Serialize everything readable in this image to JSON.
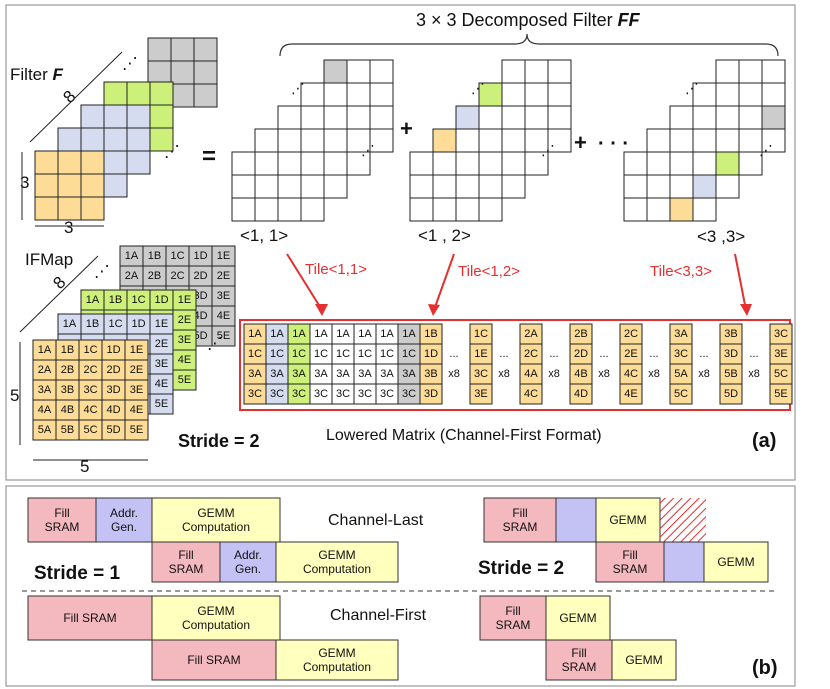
{
  "colors": {
    "orange": "#fcdc96",
    "blue": "#d5dcf0",
    "green": "#cdf07a",
    "gray": "#cccccc",
    "red": "#e62f2f",
    "pink": "#f4b8bf",
    "lavender": "#c4c2f4",
    "yellow": "#ffffbe"
  },
  "panel_a": {
    "header": "3 × 3 Decomposed Filter ",
    "header_var": "FF",
    "filter_label": "Filter ",
    "filter_var": "F",
    "filter_depth": "8",
    "filter_dim": "3",
    "equals": "=",
    "plus": "+",
    "plus2": "+",
    "ellipsis": "· · ·",
    "dots": "⋰",
    "tile_labels": [
      "<1, 1>",
      "<1 , 2>",
      "<3 ,3>"
    ],
    "tile_arrows": [
      "Tile<1,1>",
      "Tile<1,2>",
      "Tile<3,3>"
    ],
    "ifmap_label": "IFMap",
    "ifmap_depth": "8",
    "ifmap_dim": "5",
    "stride": "Stride = 2",
    "lowered_caption": "Lowered Matrix (Channel-First Format)",
    "tag": "(a)",
    "ifmap_cells": [
      [
        "1A",
        "1B",
        "1C",
        "1D",
        "1E"
      ],
      [
        "2A",
        "2B",
        "2C",
        "2D",
        "2E"
      ],
      [
        "3A",
        "3B",
        "3C",
        "3D",
        "3E"
      ],
      [
        "4A",
        "4B",
        "4C",
        "4D",
        "4E"
      ],
      [
        "5A",
        "5B",
        "5C",
        "5D",
        "5E"
      ]
    ],
    "first_block": [
      [
        "1A",
        "1A",
        "1A",
        "1A",
        "1A",
        "1A",
        "1A",
        "1A"
      ],
      [
        "1C",
        "1C",
        "1C",
        "1C",
        "1C",
        "1C",
        "1C",
        "1C"
      ],
      [
        "3A",
        "3A",
        "3A",
        "3A",
        "3A",
        "3A",
        "3A",
        "3A"
      ],
      [
        "3C",
        "3C",
        "3C",
        "3C",
        "3C",
        "3C",
        "3C",
        "3C"
      ]
    ],
    "first_block_tail": [
      "1B",
      "1D",
      "3B",
      "3D"
    ],
    "more": "...",
    "times8": "x8",
    "col_groups": [
      [
        "1C",
        "1E",
        "3C",
        "3E"
      ],
      [
        "2A",
        "2C",
        "4A",
        "4C"
      ],
      [
        "2B",
        "2D",
        "4B",
        "4D"
      ],
      [
        "2C",
        "2E",
        "4C",
        "4E"
      ],
      [
        "3A",
        "3C",
        "5A",
        "5C"
      ],
      [
        "3B",
        "3D",
        "5B",
        "5D"
      ],
      [
        "3C",
        "3E",
        "5C",
        "5E"
      ]
    ]
  },
  "panel_b": {
    "tag": "(b)",
    "stride1": "Stride = 1",
    "stride2": "Stride = 2",
    "channel_last": "Channel-Last",
    "channel_first": "Channel-First",
    "fill_sram": "Fill\nSRAM",
    "fill_sram_inline": "Fill SRAM",
    "addr_gen": "Addr.\nGen.",
    "gemm_comp": "GEMM\nComputation",
    "gemm": "GEMM"
  }
}
